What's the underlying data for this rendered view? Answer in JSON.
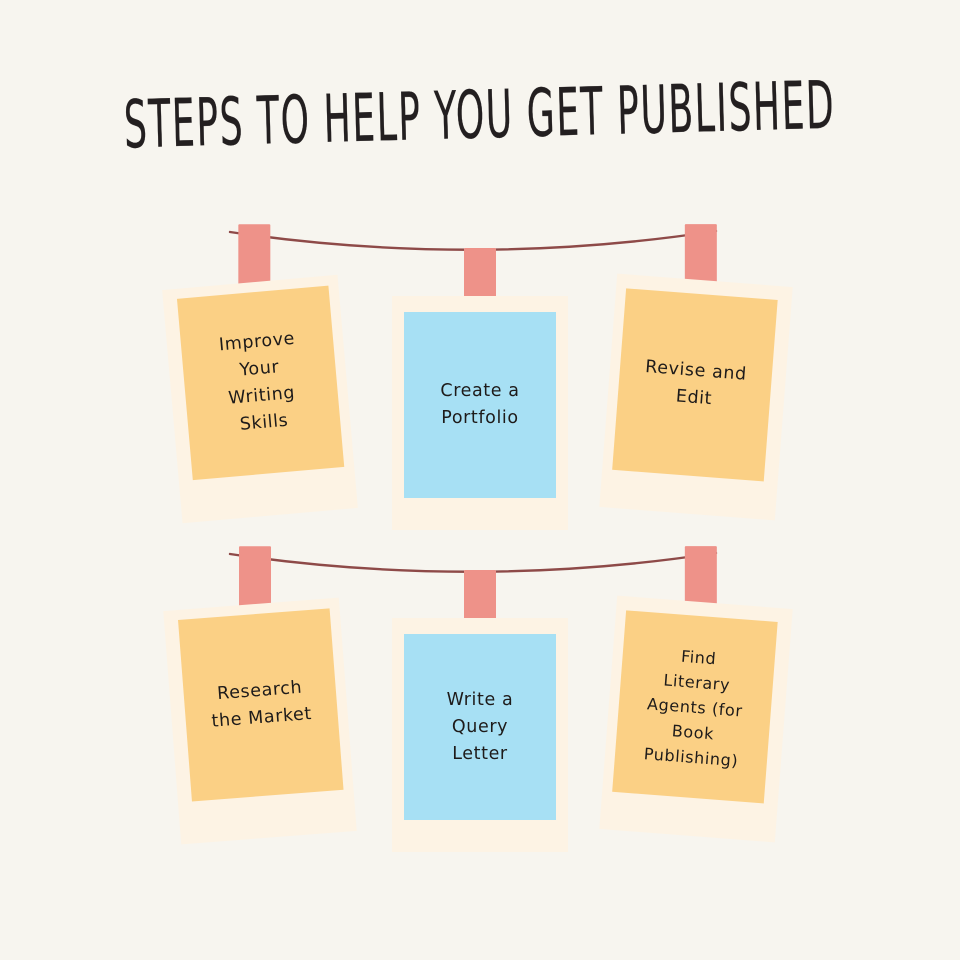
{
  "background_color": "#F7F5EF",
  "title": {
    "text": "STEPS TO HELP YOU GET PUBLISHED",
    "color": "#231F20"
  },
  "palette": {
    "background": "#F7F5EF",
    "card_yellow": "#FBD085",
    "card_blue": "#A7E0F4",
    "polaroid_frame": "#FDF3E4",
    "tape_pink": "#EE9289",
    "string_line": "#8E4A48",
    "text": "#1E1B1A"
  },
  "rows": [
    {
      "name": "row-1",
      "string": {
        "name": "hanging-string",
        "color": "#8E4A48"
      },
      "cards": [
        {
          "id": "card-1",
          "label": "Improve\nYour\nWriting\nSkills",
          "color_name": "yellow",
          "color": "#FBD085",
          "tape_color": "#EE9289",
          "rotation_deg": -5.0
        },
        {
          "id": "card-2",
          "label": "Create a\nPortfolio",
          "color_name": "blue",
          "color": "#A7E0F4",
          "tape_color": "#EE9289",
          "rotation_deg": 0
        },
        {
          "id": "card-3",
          "label": "Revise and\nEdit",
          "color_name": "yellow",
          "color": "#FBD085",
          "tape_color": "#EE9289",
          "rotation_deg": 4.4
        }
      ]
    },
    {
      "name": "row-2",
      "string": {
        "name": "hanging-string",
        "color": "#8E4A48"
      },
      "cards": [
        {
          "id": "card-4",
          "label": "Research\nthe Market",
          "color_name": "yellow",
          "color": "#FBD085",
          "tape_color": "#EE9289",
          "rotation_deg": -4.4
        },
        {
          "id": "card-5",
          "label": "Write a\nQuery\nLetter",
          "color_name": "blue",
          "color": "#A7E0F4",
          "tape_color": "#EE9289",
          "rotation_deg": 0
        },
        {
          "id": "card-6",
          "label": "Find\nLiterary\nAgents (for\nBook\nPublishing)",
          "color_name": "yellow",
          "color": "#FBD085",
          "tape_color": "#EE9289",
          "rotation_deg": 4.4
        }
      ]
    }
  ]
}
